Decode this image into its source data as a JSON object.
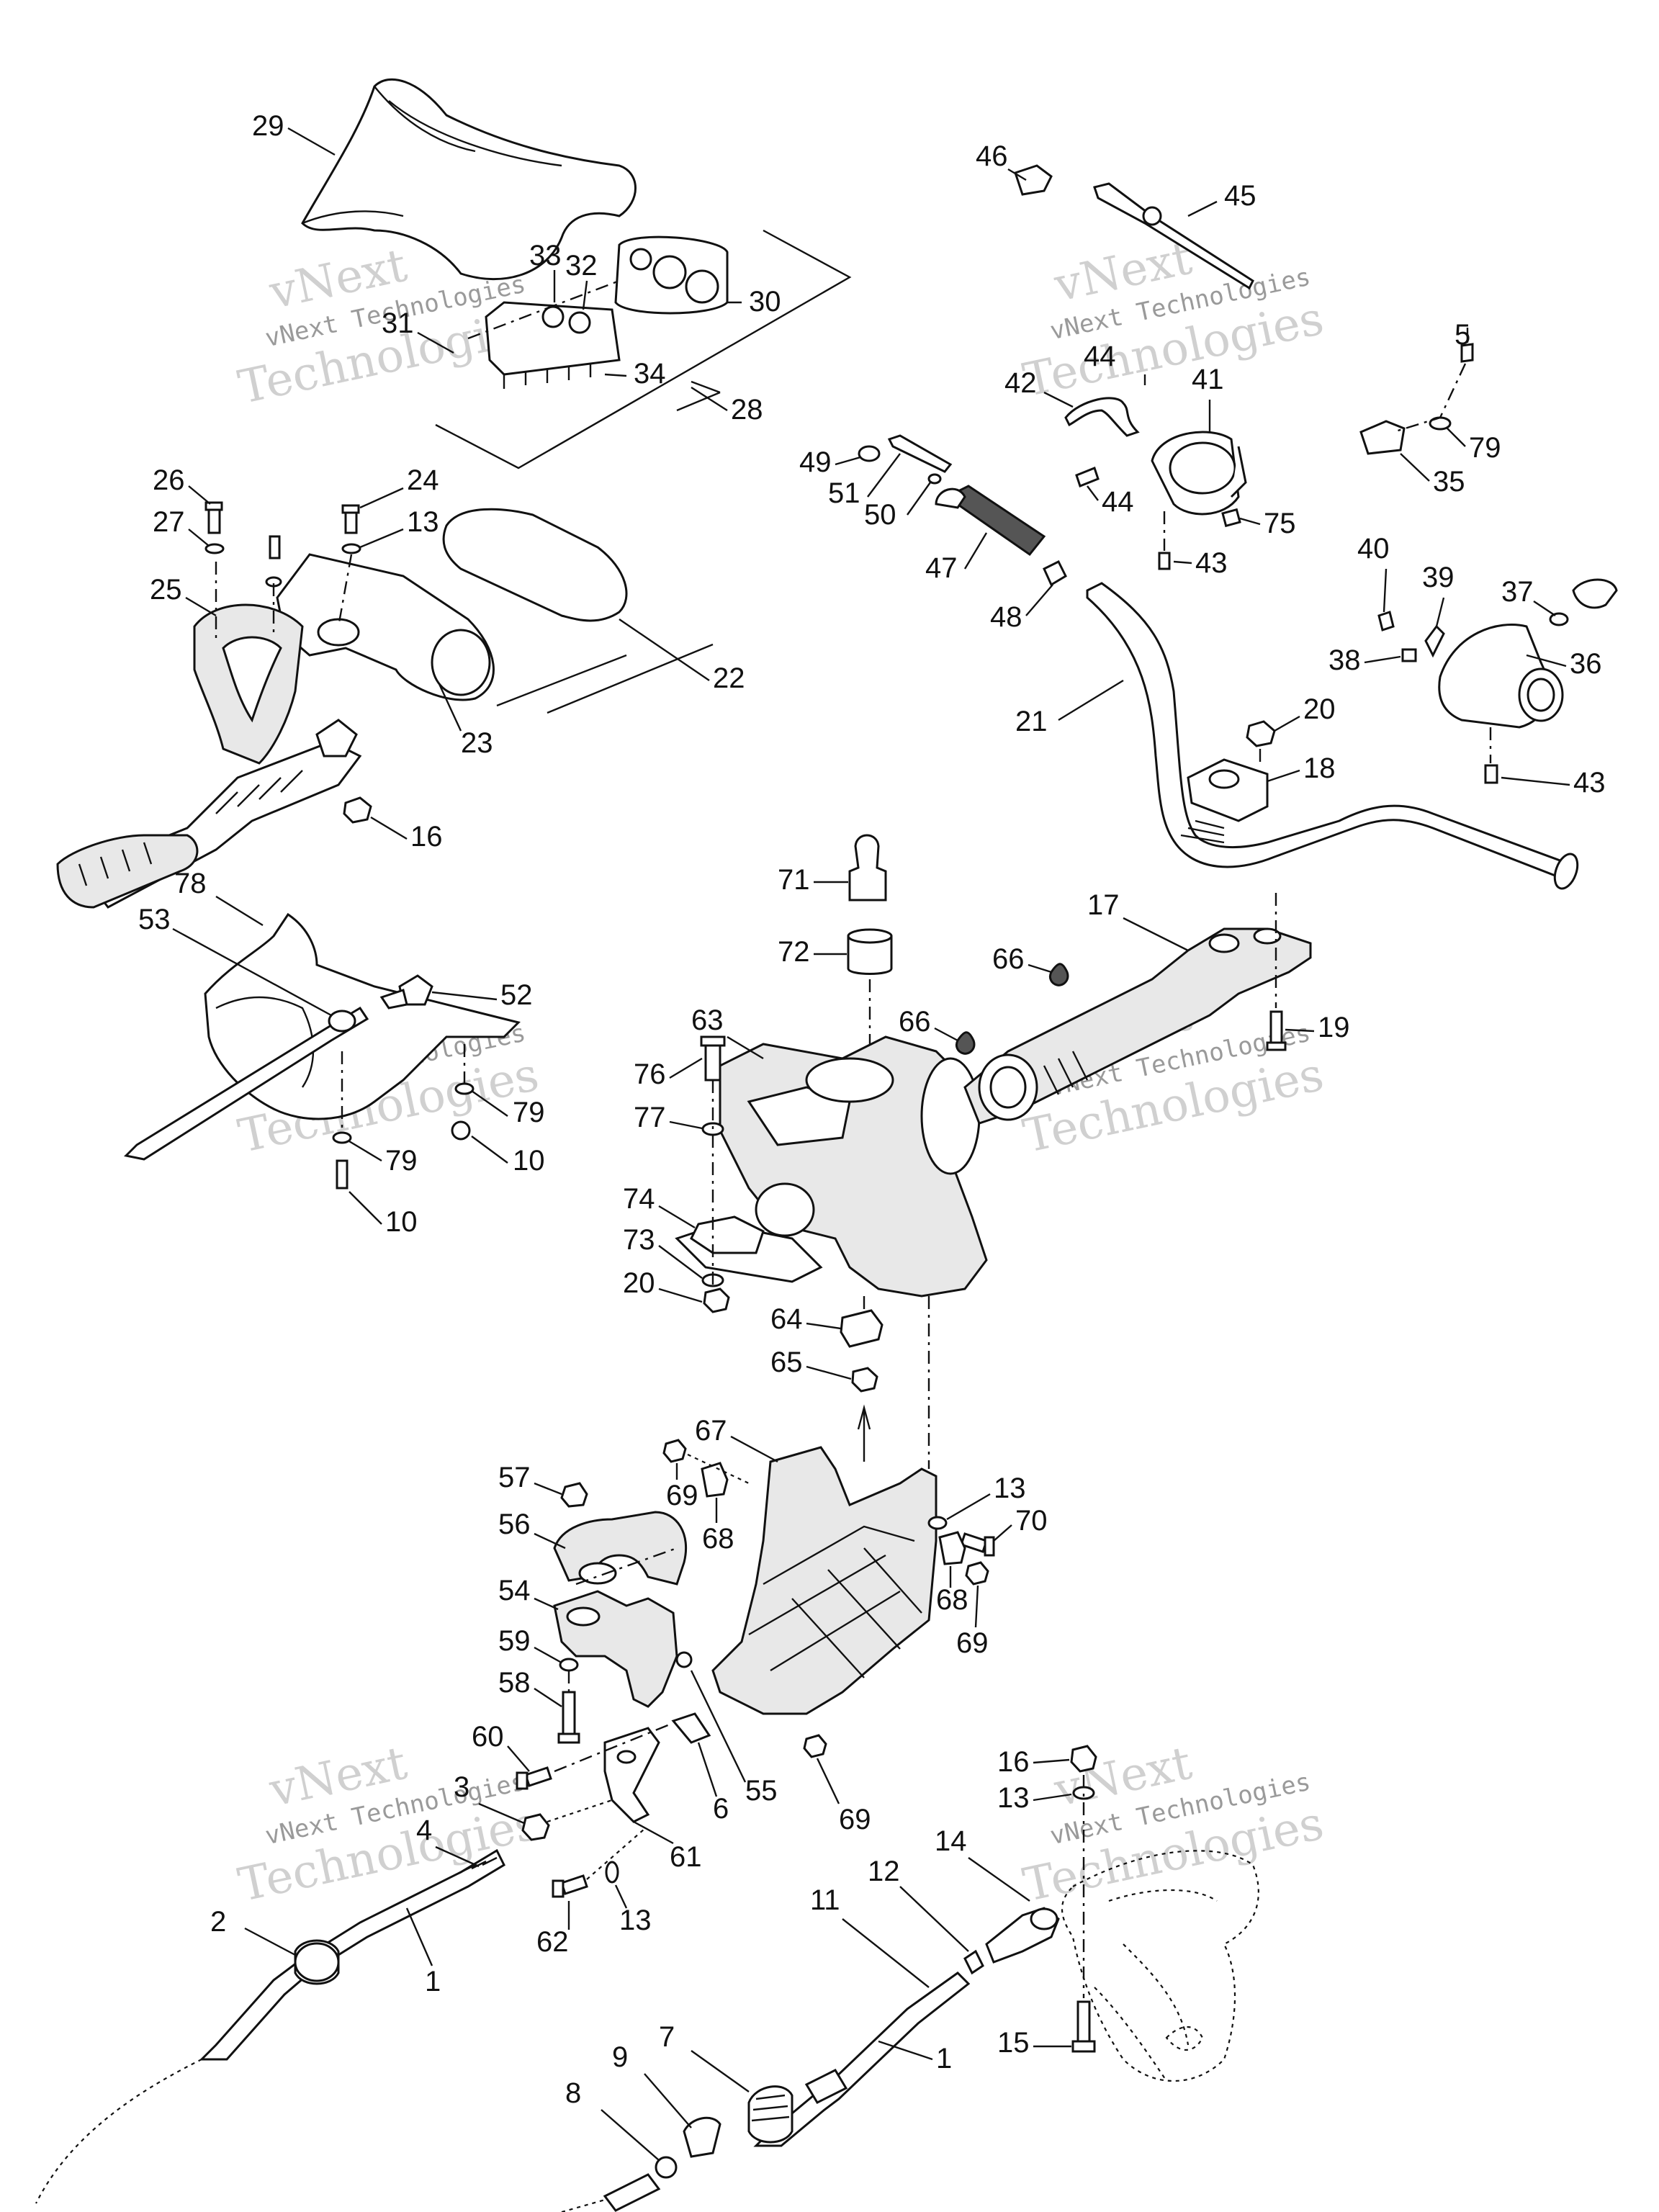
{
  "watermark": {
    "line1": "vNext",
    "line2": "vNext Technologies",
    "line3": "Technologies"
  },
  "callouts": [
    "1",
    "1",
    "2",
    "3",
    "4",
    "5",
    "6",
    "7",
    "8",
    "9",
    "10",
    "10",
    "11",
    "12",
    "13",
    "13",
    "13",
    "13",
    "14",
    "15",
    "16",
    "16",
    "17",
    "18",
    "19",
    "20",
    "20",
    "21",
    "22",
    "23",
    "24",
    "25",
    "26",
    "27",
    "28",
    "29",
    "30",
    "31",
    "32",
    "33",
    "34",
    "35",
    "36",
    "37",
    "38",
    "39",
    "40",
    "41",
    "42",
    "43",
    "43",
    "44",
    "44",
    "45",
    "46",
    "47",
    "48",
    "49",
    "50",
    "51",
    "52",
    "53",
    "54",
    "55",
    "56",
    "57",
    "58",
    "59",
    "60",
    "61",
    "62",
    "63",
    "64",
    "65",
    "66",
    "66",
    "67",
    "68",
    "68",
    "69",
    "69",
    "69",
    "70",
    "71",
    "72",
    "73",
    "74",
    "75",
    "76",
    "77",
    "78",
    "79",
    "79",
    "79"
  ],
  "label_values": {
    "c29": "29",
    "c33": "33",
    "c32": "32",
    "c30": "30",
    "c31": "31",
    "c34": "34",
    "c28": "28",
    "c46": "46",
    "c45": "45",
    "c44a": "44",
    "c41": "41",
    "c42": "42",
    "c44b": "44",
    "c75": "75",
    "c43a": "43",
    "c5": "5",
    "c79a": "79",
    "c35": "35",
    "c49": "49",
    "c51": "51",
    "c50": "50",
    "c47": "47",
    "c48": "48",
    "c26": "26",
    "c24": "24",
    "c13a": "13",
    "c27": "27",
    "c25": "25",
    "c22": "22",
    "c23": "23",
    "c16a": "16",
    "c40": "40",
    "c39": "39",
    "c37": "37",
    "c38": "38",
    "c36": "36",
    "c20a": "20",
    "c18": "18",
    "c43b": "43",
    "c21": "21",
    "c78": "78",
    "c53": "53",
    "c52": "52",
    "c79b": "79",
    "c79c": "79",
    "c10a": "10",
    "c10b": "10",
    "c71": "71",
    "c72": "72",
    "c17": "17",
    "c66a": "66",
    "c66b": "66",
    "c19": "19",
    "c63": "63",
    "c76": "76",
    "c77": "77",
    "c74": "74",
    "c73": "73",
    "c20b": "20",
    "c64": "64",
    "c65": "65",
    "c67": "67",
    "c57": "57",
    "c69a": "69",
    "c68a": "68",
    "c13b": "13",
    "c70": "70",
    "c56": "56",
    "c68b": "68",
    "c69b": "69",
    "c54": "54",
    "c59": "59",
    "c58": "58",
    "c60": "60",
    "c3": "3",
    "c4": "4",
    "c55": "55",
    "c6": "6",
    "c69c": "69",
    "c61": "61",
    "c13c": "13",
    "c62": "62",
    "c16b": "16",
    "c13d": "13",
    "c14": "14",
    "c12": "12",
    "c11": "11",
    "c2": "2",
    "c1a": "1",
    "c15": "15",
    "c7": "7",
    "c9": "9",
    "c8": "8",
    "c1b": "1"
  }
}
